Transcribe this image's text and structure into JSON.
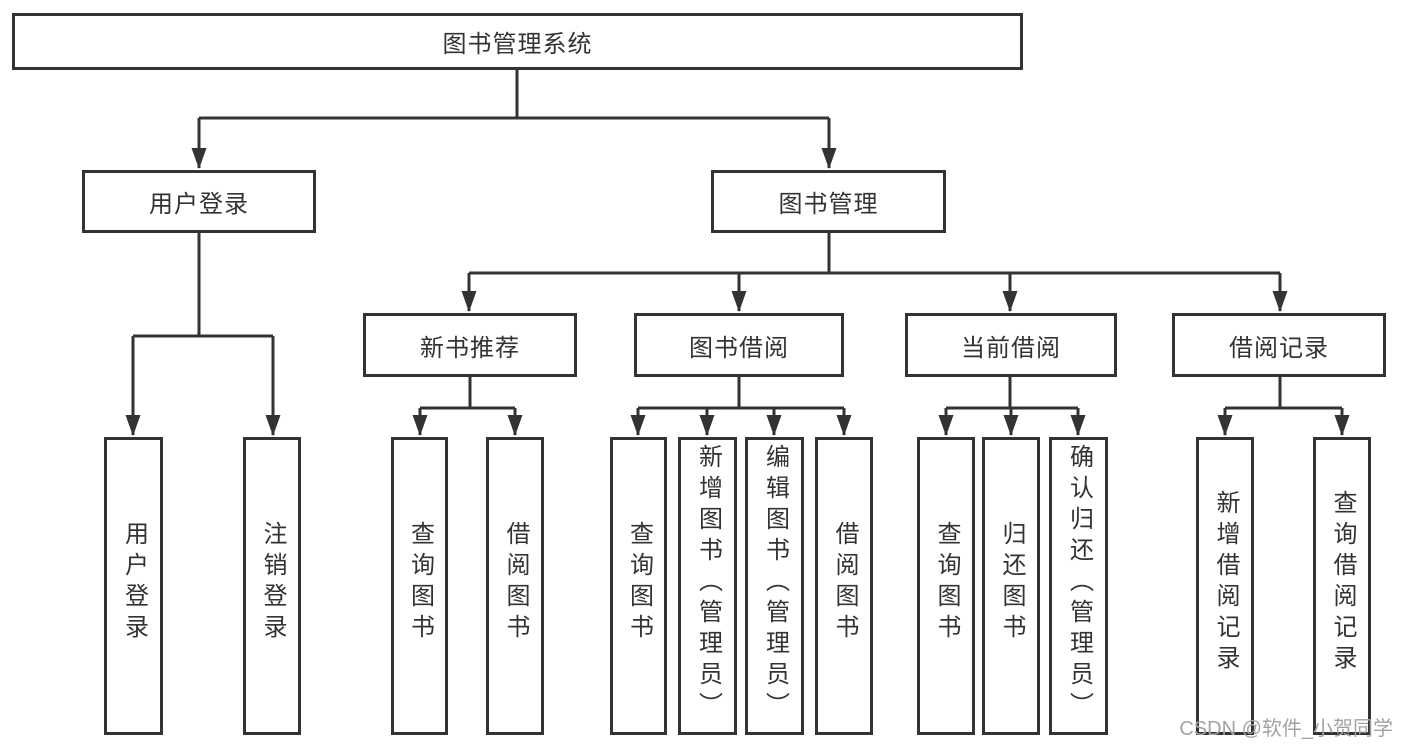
{
  "colors": {
    "line": "#333333",
    "text": "#333333",
    "watermark": "#a3a3a3",
    "background": "#ffffff"
  },
  "watermark": "CSDN @软件_小贺同学",
  "tree": {
    "label": "图书管理系统",
    "children": [
      {
        "label": "用户登录",
        "children": [
          {
            "label": "用户登录"
          },
          {
            "label": "注销登录"
          }
        ]
      },
      {
        "label": "图书管理",
        "children": [
          {
            "label": "新书推荐",
            "children": [
              {
                "label": "查询图书"
              },
              {
                "label": "借阅图书"
              }
            ]
          },
          {
            "label": "图书借阅",
            "children": [
              {
                "label": "查询图书"
              },
              {
                "label": "新增图书（管理员）"
              },
              {
                "label": "编辑图书（管理员）"
              },
              {
                "label": "借阅图书"
              }
            ]
          },
          {
            "label": "当前借阅",
            "children": [
              {
                "label": "查询图书"
              },
              {
                "label": "归还图书"
              },
              {
                "label": "确认归还（管理员）"
              }
            ]
          },
          {
            "label": "借阅记录",
            "children": [
              {
                "label": "新增借阅记录"
              },
              {
                "label": "查询借阅记录"
              }
            ]
          }
        ]
      }
    ]
  }
}
